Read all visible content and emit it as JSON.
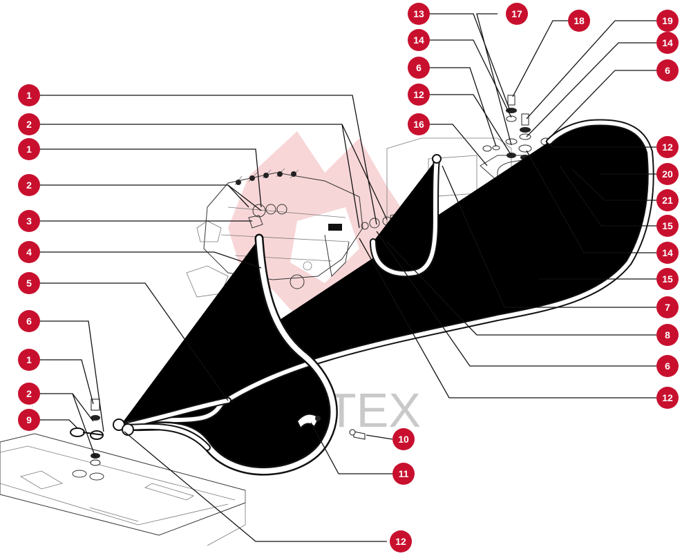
{
  "watermark": {
    "text": "ИНТЕХ",
    "logo_color": "#f2b5b8"
  },
  "colors": {
    "callout": "#c8102e",
    "callout_text": "#ffffff",
    "line": "#111111"
  },
  "callouts": [
    {
      "id": "c-l-1a",
      "label": "1"
    },
    {
      "id": "c-l-2a",
      "label": "2"
    },
    {
      "id": "c-l-1b",
      "label": "1"
    },
    {
      "id": "c-l-2b",
      "label": "2"
    },
    {
      "id": "c-l-3",
      "label": "3"
    },
    {
      "id": "c-l-4",
      "label": "4"
    },
    {
      "id": "c-l-5",
      "label": "5"
    },
    {
      "id": "c-l-6",
      "label": "6"
    },
    {
      "id": "c-l-1c",
      "label": "1"
    },
    {
      "id": "c-l-2c",
      "label": "2"
    },
    {
      "id": "c-l-9",
      "label": "9"
    },
    {
      "id": "c-b-12",
      "label": "12"
    },
    {
      "id": "c-b-10",
      "label": "10"
    },
    {
      "id": "c-b-11",
      "label": "11"
    },
    {
      "id": "c-t-13",
      "label": "13"
    },
    {
      "id": "c-t-17",
      "label": "17"
    },
    {
      "id": "c-t-18",
      "label": "18"
    },
    {
      "id": "c-t-14a",
      "label": "14"
    },
    {
      "id": "c-t-6",
      "label": "6"
    },
    {
      "id": "c-t-12",
      "label": "12"
    },
    {
      "id": "c-t-16",
      "label": "16"
    },
    {
      "id": "c-r-19",
      "label": "19"
    },
    {
      "id": "c-r-14a",
      "label": "14"
    },
    {
      "id": "c-r-6a",
      "label": "6"
    },
    {
      "id": "c-r-12a",
      "label": "12"
    },
    {
      "id": "c-r-20",
      "label": "20"
    },
    {
      "id": "c-r-21",
      "label": "21"
    },
    {
      "id": "c-r-15a",
      "label": "15"
    },
    {
      "id": "c-r-14b",
      "label": "14"
    },
    {
      "id": "c-r-15b",
      "label": "15"
    },
    {
      "id": "c-r-7",
      "label": "7"
    },
    {
      "id": "c-r-8",
      "label": "8"
    },
    {
      "id": "c-r-6b",
      "label": "6"
    },
    {
      "id": "c-r-12b",
      "label": "12"
    }
  ]
}
